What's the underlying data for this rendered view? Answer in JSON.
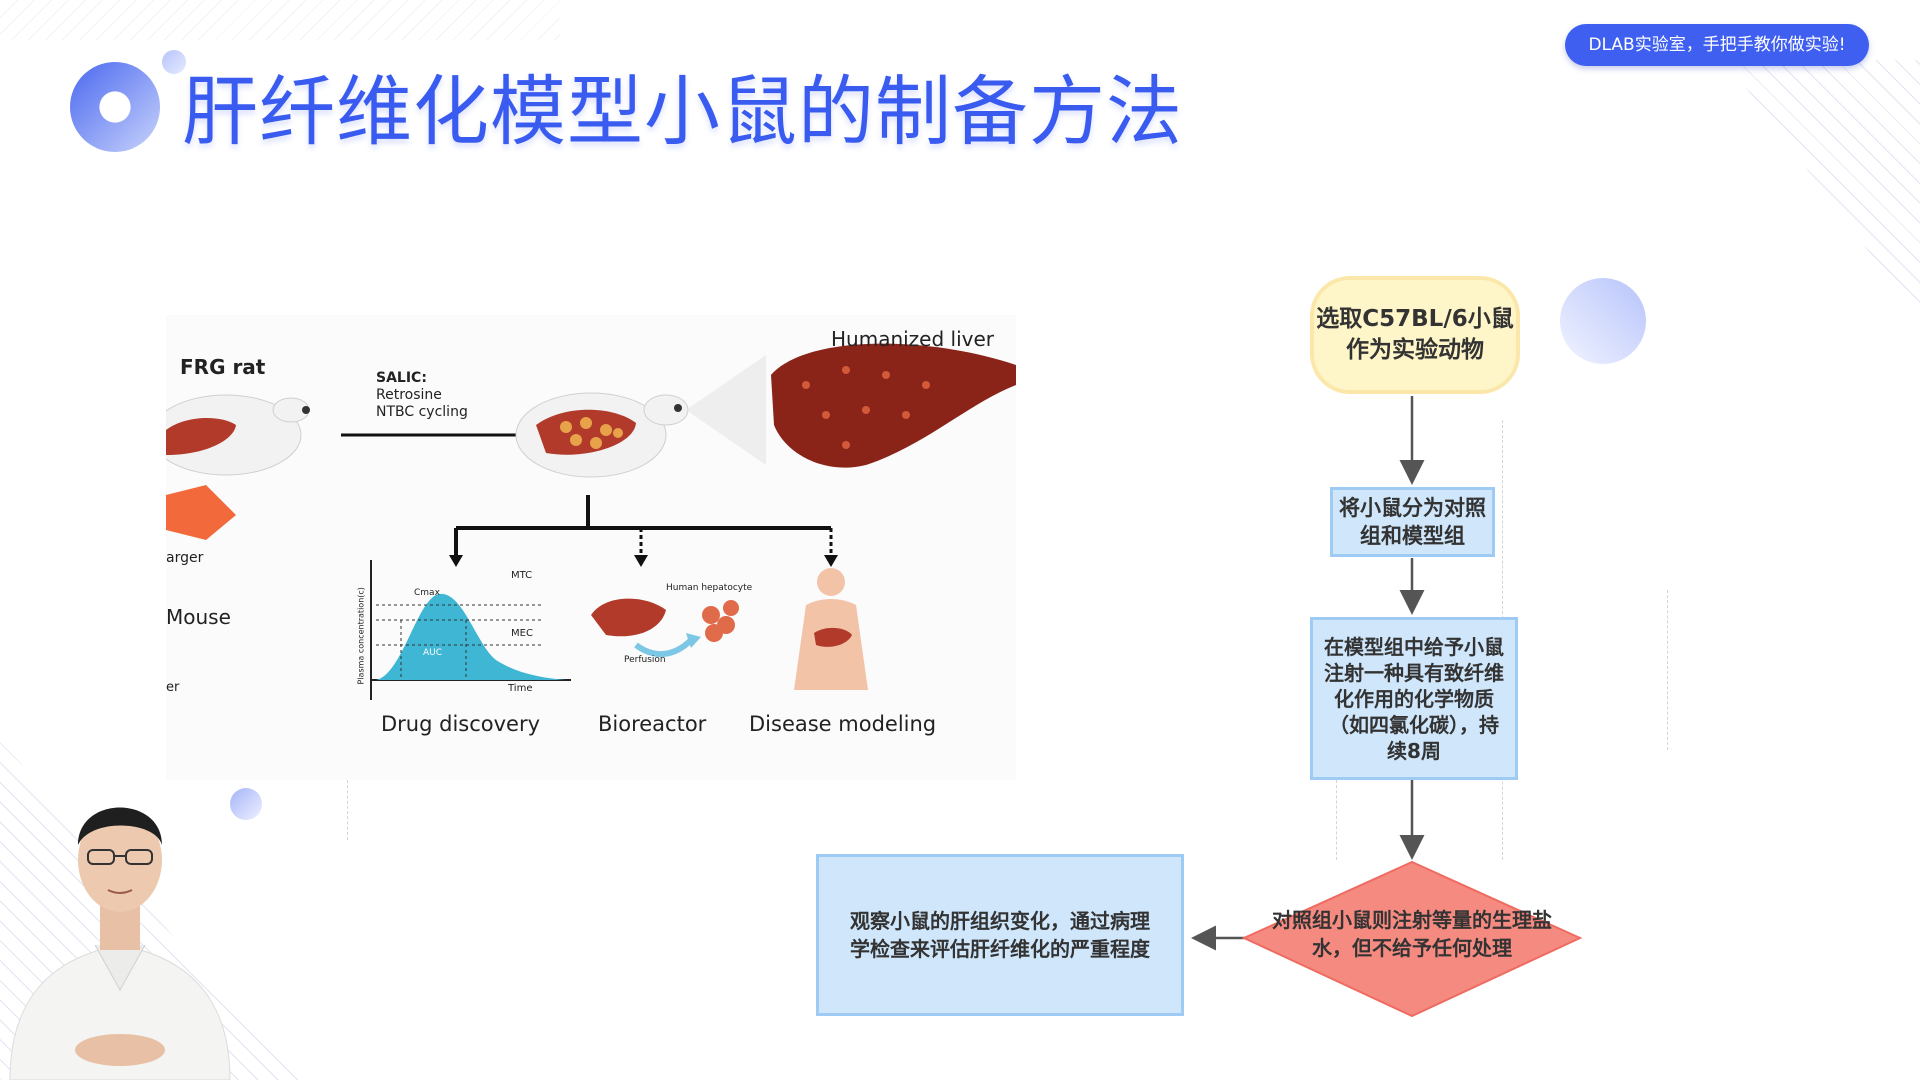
{
  "slide": {
    "title": "肝纤维化模型小鼠的制备方法",
    "brand_badge": "DLAB实验室，手把手教你做实验!"
  },
  "figure": {
    "frg_rat_label": "FRG rat",
    "treatment": {
      "line1": "SALIC:",
      "line2": "Retrosine",
      "line3": "NTBC cycling"
    },
    "humanized_liver_label": "Humanized liver",
    "left_crop_labels": [
      "arger",
      "Mouse",
      "er"
    ],
    "applications": [
      "Drug discovery",
      "Bioreactor",
      "Disease modeling"
    ],
    "pk_chart_labels": {
      "y_axis": "Plasma concentration(c)",
      "x_axis": "Time",
      "cmax": "Cmax",
      "mtc": "MTC",
      "mec": "MEC",
      "auc": "AUC"
    },
    "bioreactor_labels": {
      "hepatocyte": "Human hepatocyte",
      "perfusion": "Perfusion"
    },
    "colors": {
      "liver": "#b23a2b",
      "liver_dark": "#8a2418",
      "auc_fill": "#3fb6d3",
      "body_skin": "#f3c3a8"
    }
  },
  "flowchart": {
    "steps": [
      "选取C57BL/6小鼠作为实验动物",
      "将小鼠分为对照组和模型组",
      "在模型组中给予小鼠注射一种具有致纤维化作用的化学物质（如四氯化碳），持续8周",
      "对照组小鼠则注射等量的生理盐水，但不给予任何处理",
      "观察小鼠的肝组织变化，通过病理学检查来评估肝纤维化的严重程度"
    ],
    "colors": {
      "start_fill": "#fef6c8",
      "process_fill": "#cfe6fb",
      "decision_fill": "#f48a80",
      "arrow": "#555555"
    }
  },
  "presenter": {
    "description_icon": "presenter-avatar"
  }
}
